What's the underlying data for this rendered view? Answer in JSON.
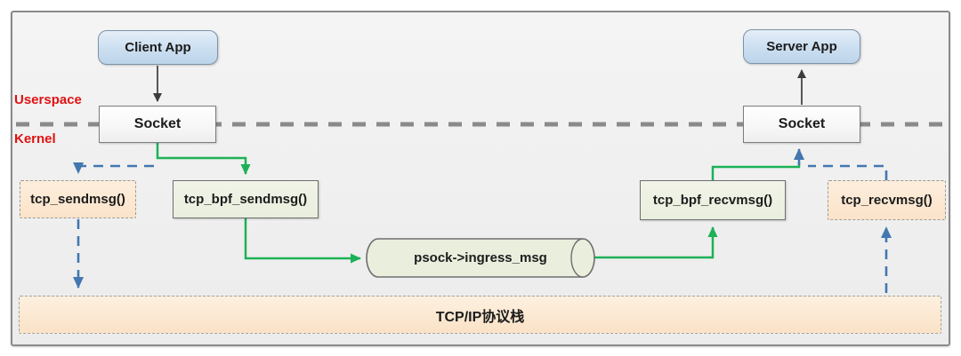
{
  "nodes": {
    "client_app": "Client App",
    "server_app": "Server App",
    "socket_left": "Socket",
    "socket_right": "Socket",
    "tcp_sendmsg": "tcp_sendmsg()",
    "tcp_bpf_sendmsg": "tcp_bpf_sendmsg()",
    "tcp_bpf_recvmsg": "tcp_bpf_recvmsg()",
    "tcp_recvmsg": "tcp_recvmsg()",
    "ingress_queue": "psock->ingress_msg",
    "tcpip_stack": "TCP/IP协议栈"
  },
  "labels": {
    "userspace": "Userspace",
    "kernel": "Kernel"
  },
  "colors": {
    "bpf_path_green": "#1db157",
    "default_path_blue": "#4377b0",
    "plain_arrow_black": "#3c3c3c",
    "userspace_kernel_red": "#e01212",
    "separator_gray": "#8a8a8a",
    "peach_fill": "#fbe3c9",
    "green_fill": "#e9eedd",
    "blue_node_fill": "#cfe1f2"
  },
  "edges": [
    {
      "from": "client_app",
      "to": "socket_left",
      "style": "solid-black"
    },
    {
      "from": "socket_right",
      "to": "server_app",
      "style": "solid-black"
    },
    {
      "from": "socket_left",
      "to": "tcp_bpf_sendmsg",
      "style": "solid-green"
    },
    {
      "from": "tcp_bpf_sendmsg",
      "to": "ingress_queue",
      "style": "solid-green"
    },
    {
      "from": "ingress_queue",
      "to": "tcp_bpf_recvmsg",
      "style": "solid-green"
    },
    {
      "from": "tcp_bpf_recvmsg",
      "to": "socket_right",
      "style": "solid-green"
    },
    {
      "from": "socket_left",
      "to": "tcp_sendmsg",
      "style": "dashed-blue"
    },
    {
      "from": "tcp_sendmsg",
      "to": "tcpip_stack",
      "style": "dashed-blue"
    },
    {
      "from": "tcpip_stack",
      "to": "tcp_recvmsg",
      "style": "dashed-blue"
    },
    {
      "from": "tcp_recvmsg",
      "to": "socket_right",
      "style": "dashed-blue"
    }
  ]
}
